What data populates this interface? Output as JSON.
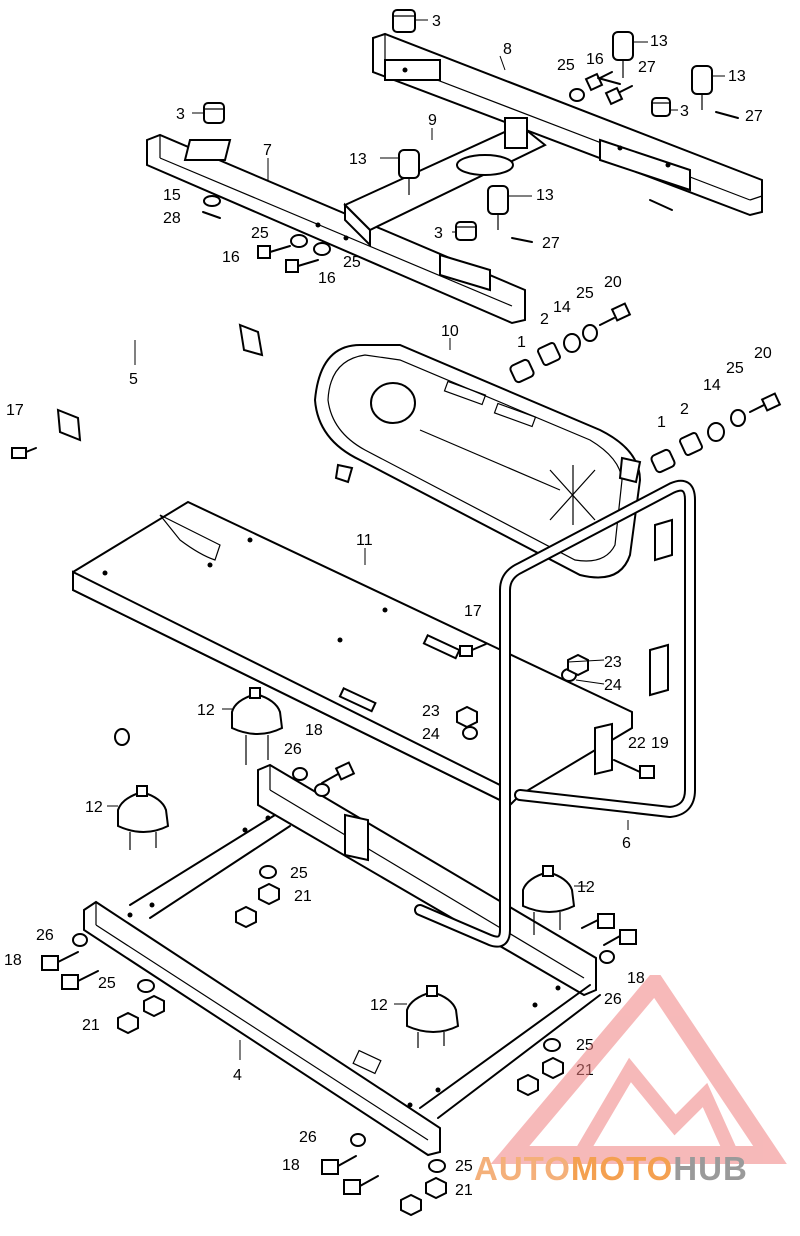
{
  "callouts": [
    {
      "id": "c3a",
      "text": "3"
    },
    {
      "id": "c8",
      "text": "8"
    },
    {
      "id": "c13a",
      "text": "13"
    },
    {
      "id": "c16a",
      "text": "16"
    },
    {
      "id": "c25a",
      "text": "25"
    },
    {
      "id": "c27a",
      "text": "27"
    },
    {
      "id": "c13b",
      "text": "13"
    },
    {
      "id": "c3b",
      "text": "3"
    },
    {
      "id": "c27b",
      "text": "27"
    },
    {
      "id": "c3c",
      "text": "3"
    },
    {
      "id": "c9",
      "text": "9"
    },
    {
      "id": "c7",
      "text": "7"
    },
    {
      "id": "c13c",
      "text": "13"
    },
    {
      "id": "c13d",
      "text": "13"
    },
    {
      "id": "c15",
      "text": "15"
    },
    {
      "id": "c28",
      "text": "28"
    },
    {
      "id": "c25b",
      "text": "25"
    },
    {
      "id": "c16b",
      "text": "16"
    },
    {
      "id": "c25c",
      "text": "25"
    },
    {
      "id": "c16c",
      "text": "16"
    },
    {
      "id": "c3d",
      "text": "3"
    },
    {
      "id": "c27c",
      "text": "27"
    },
    {
      "id": "c20a",
      "text": "20"
    },
    {
      "id": "c25d",
      "text": "25"
    },
    {
      "id": "c14a",
      "text": "14"
    },
    {
      "id": "c2a",
      "text": "2"
    },
    {
      "id": "c5",
      "text": "5"
    },
    {
      "id": "c10",
      "text": "10"
    },
    {
      "id": "c1a",
      "text": "1"
    },
    {
      "id": "c20b",
      "text": "20"
    },
    {
      "id": "c25e",
      "text": "25"
    },
    {
      "id": "c14b",
      "text": "14"
    },
    {
      "id": "c2b",
      "text": "2"
    },
    {
      "id": "c1b",
      "text": "1"
    },
    {
      "id": "c17a",
      "text": "17"
    },
    {
      "id": "c11",
      "text": "11"
    },
    {
      "id": "c17b",
      "text": "17"
    },
    {
      "id": "c23a",
      "text": "23"
    },
    {
      "id": "c24a",
      "text": "24"
    },
    {
      "id": "c12a",
      "text": "12"
    },
    {
      "id": "c23b",
      "text": "23"
    },
    {
      "id": "c24b",
      "text": "24"
    },
    {
      "id": "c18a",
      "text": "18"
    },
    {
      "id": "c26a",
      "text": "26"
    },
    {
      "id": "c22",
      "text": "22"
    },
    {
      "id": "c19",
      "text": "19"
    },
    {
      "id": "c12b",
      "text": "12"
    },
    {
      "id": "c6",
      "text": "6"
    },
    {
      "id": "c25f",
      "text": "25"
    },
    {
      "id": "c21a",
      "text": "21"
    },
    {
      "id": "c12c",
      "text": "12"
    },
    {
      "id": "c26b",
      "text": "26"
    },
    {
      "id": "c18b",
      "text": "18"
    },
    {
      "id": "c25g",
      "text": "25"
    },
    {
      "id": "c18c",
      "text": "18"
    },
    {
      "id": "c26c",
      "text": "26"
    },
    {
      "id": "c21b",
      "text": "21"
    },
    {
      "id": "c12d",
      "text": "12"
    },
    {
      "id": "c4",
      "text": "4"
    },
    {
      "id": "c25h",
      "text": "25"
    },
    {
      "id": "c21c",
      "text": "21"
    },
    {
      "id": "c26d",
      "text": "26"
    },
    {
      "id": "c18d",
      "text": "18"
    },
    {
      "id": "c25i",
      "text": "25"
    },
    {
      "id": "c21d",
      "text": "21"
    }
  ],
  "watermark": {
    "brand_part1": "AUTO",
    "brand_part2": "MOTO",
    "brand_part3": "HUB",
    "logo_icon": "triangle-m-logo",
    "color_red": "#f08080",
    "color_orange": "#f4a050",
    "color_grey": "#9a9a9a"
  }
}
